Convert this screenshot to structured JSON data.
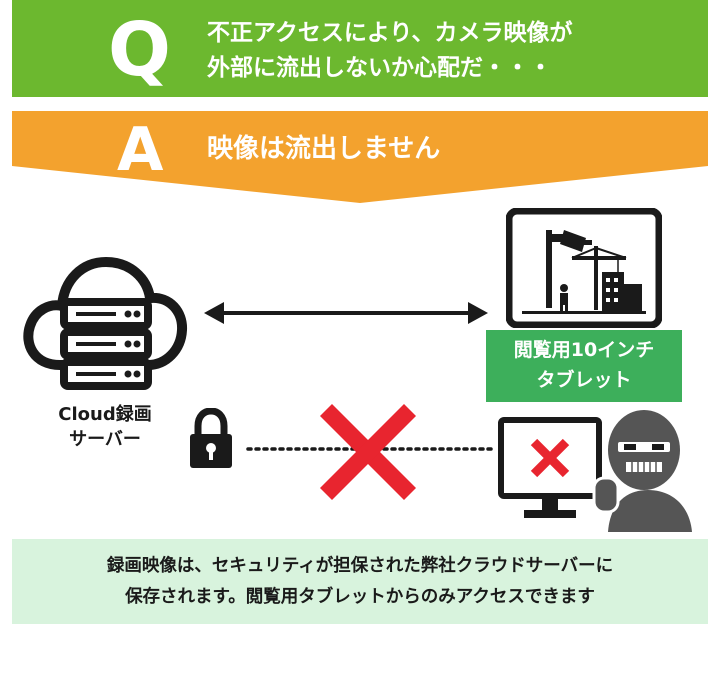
{
  "question": {
    "letter": "Q",
    "line1": "不正アクセスにより、カメラ映像が",
    "line2": "外部に流出しないか心配だ・・・"
  },
  "answer": {
    "letter": "A",
    "text": "映像は流出しません"
  },
  "cloud_server": {
    "line1": "Cloud録画",
    "line2": "サーバー",
    "icon": "cloud-server-icon"
  },
  "tablet": {
    "line1": "閲覧用10インチ",
    "line2": "タブレット",
    "icon": "tablet-camera-icon"
  },
  "note": {
    "line1": "録画映像は、セキュリティが担保された弊社クラウドサーバーに",
    "line2": "保存されます。閲覧用タブレットからのみアクセスできます"
  },
  "colors": {
    "question_bg": "#6cb82f",
    "answer_bg": "#f3a22e",
    "label_green": "#3daf5b",
    "note_bg": "#d8f3dd",
    "cross_red": "#e8252f"
  }
}
